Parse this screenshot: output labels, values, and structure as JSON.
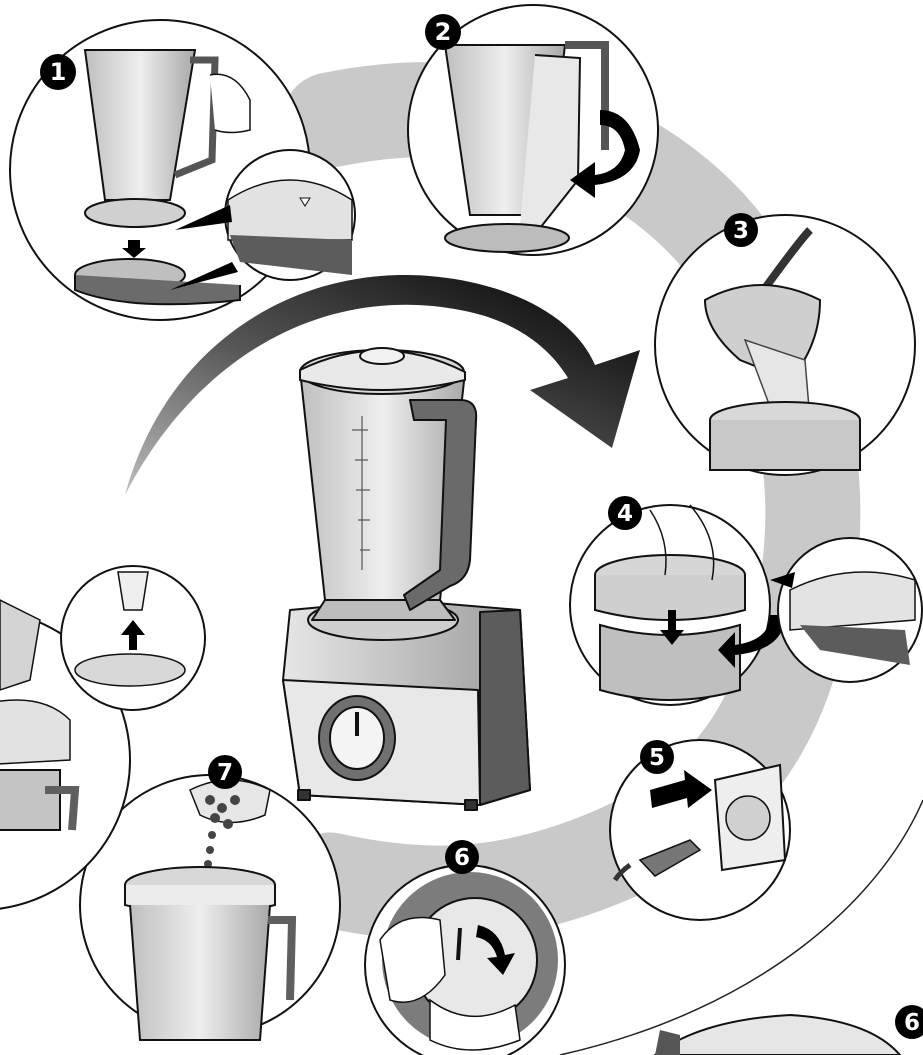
{
  "title": "",
  "steps": [
    {
      "number": "1"
    },
    {
      "number": "2"
    },
    {
      "number": "3"
    },
    {
      "number": "4"
    },
    {
      "number": "5"
    },
    {
      "number": "6"
    },
    {
      "number": "7"
    },
    {
      "number": "6"
    }
  ],
  "colors": {
    "background": "#ffffff",
    "flow_band": "#c8c8c8",
    "outline": "#111111",
    "jug_gray": "#d6d6d6",
    "dark_gray": "#5a5a5a",
    "arrow_black": "#000000"
  },
  "icons": [
    "rotate-arrow-icon",
    "down-arrow-icon",
    "up-arrow-icon",
    "push-arrow-icon",
    "knob-turn-icon"
  ]
}
